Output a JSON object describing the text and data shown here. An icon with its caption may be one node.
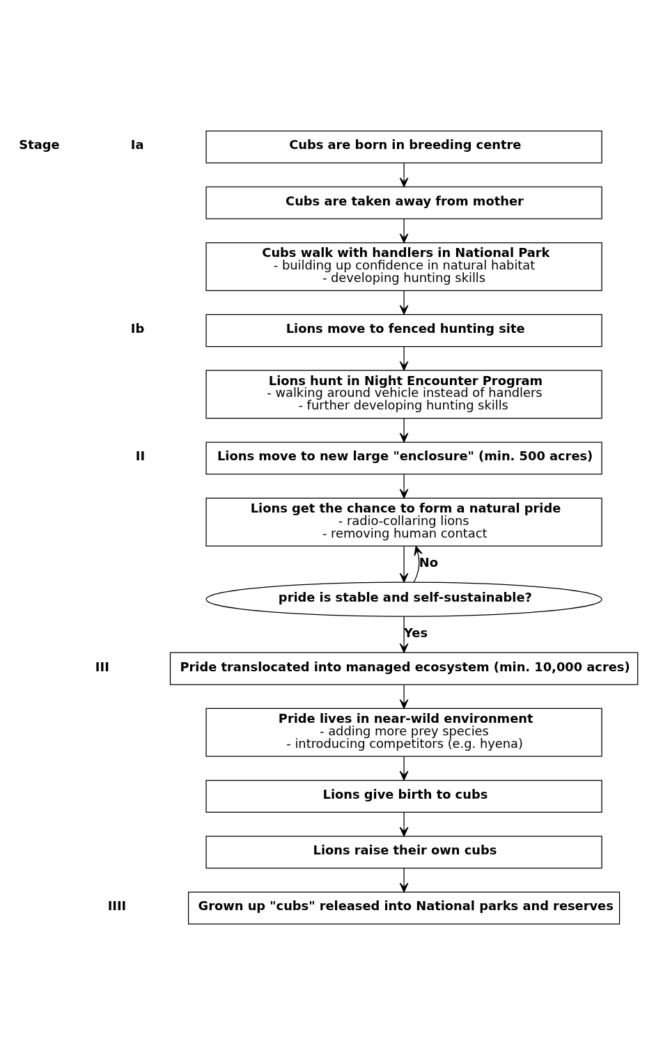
{
  "diagram": {
    "nodes": [
      {
        "text": [
          "Cubs are born in breeding centre"
        ]
      },
      {
        "text": [
          "Cubs are taken away from mother"
        ]
      },
      {
        "text": [
          "Cubs walk with handlers in National Park",
          "- building up confidence in natural habitat",
          "- developing hunting skills"
        ]
      },
      {
        "text": [
          "Lions move to fenced hunting site"
        ]
      },
      {
        "text": [
          "Lions hunt in Night Encounter Program",
          "- walking around vehicle instead of handlers",
          "- further developing hunting skills"
        ]
      },
      {
        "text": [
          "Lions move to new large \"enclosure\" (min. 500 acres)"
        ]
      },
      {
        "text": [
          "Lions get the chance to form a natural pride",
          "- radio-collaring lions",
          "- removing human contact"
        ]
      },
      {
        "text": [
          "pride is stable and self-sustainable?"
        ]
      },
      {
        "text": [
          "Pride translocated into managed ecosystem (min. 10,000 acres)"
        ]
      },
      {
        "text": [
          "Pride lives in near-wild environment",
          "- adding more prey species",
          "- introducing competitors (e.g. hyena)"
        ]
      },
      {
        "text": [
          "Lions give birth to cubs"
        ]
      },
      {
        "text": [
          "Lions raise their own cubs"
        ]
      },
      {
        "text": [
          "Grown up \"cubs\" released into National parks and reserves"
        ]
      }
    ],
    "edges": [
      {
        "from": 0,
        "to": 1,
        "arrow": "to"
      },
      {
        "from": 1,
        "to": 2,
        "arrow": "to"
      },
      {
        "from": 2,
        "to": 3,
        "arrow": "to"
      },
      {
        "from": 3,
        "to": 4,
        "arrow": "to"
      },
      {
        "from": 4,
        "to": 5,
        "arrow": "to"
      },
      {
        "from": 5,
        "to": 6,
        "arrow": "to"
      },
      {
        "from": 6,
        "to": 7,
        "arrow": "to"
      },
      {
        "from": 7,
        "to": 6,
        "arrow": "to",
        "label": "No"
      },
      {
        "from": 7,
        "to": 8,
        "arrow": "to",
        "label": "Yes"
      },
      {
        "from": 8,
        "to": 9,
        "arrow": "to"
      },
      {
        "from": 9,
        "to": 10,
        "arrow": "to"
      },
      {
        "from": 10,
        "to": 11,
        "arrow": "to"
      },
      {
        "from": 11,
        "to": 12,
        "arrow": "to"
      }
    ],
    "labels": [
      "Stage",
      "Ia",
      "Ib",
      "II",
      "III",
      "IIII"
    ]
  }
}
